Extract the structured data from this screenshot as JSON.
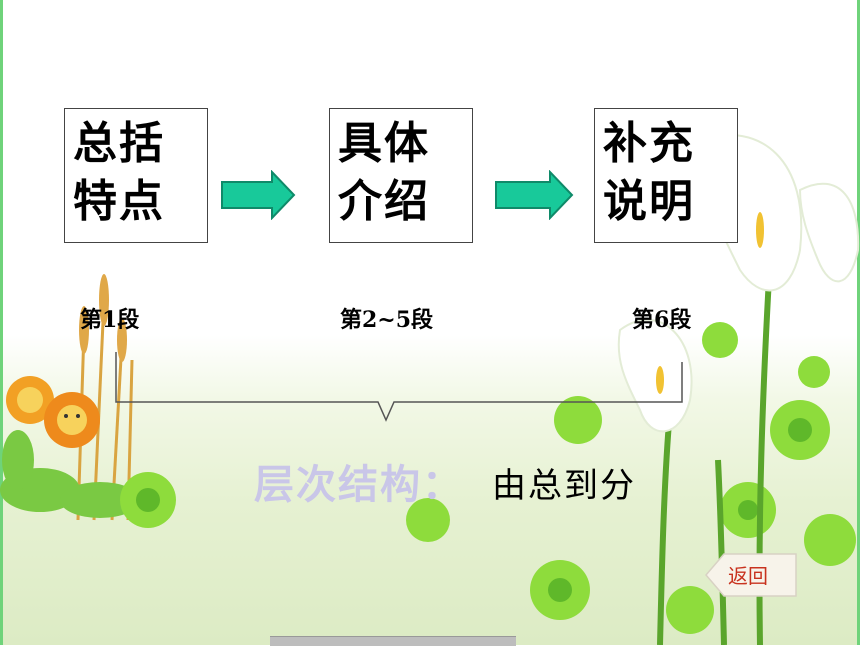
{
  "flow": [
    {
      "line1": "总括",
      "line2": "特点",
      "segment": "第1段"
    },
    {
      "line1": "具体",
      "line2": "介绍",
      "segment": "第2~5段"
    },
    {
      "line1": "补充",
      "line2": "说明",
      "segment": "第6段"
    }
  ],
  "structure": {
    "label": "层次结构：",
    "value": "由总到分"
  },
  "back_button": {
    "label": "返回"
  },
  "colors": {
    "arrow": "#18c99a",
    "frame": "#6fd37a",
    "label_faint": "#c9c6e8",
    "back_text": "#c8321e"
  }
}
